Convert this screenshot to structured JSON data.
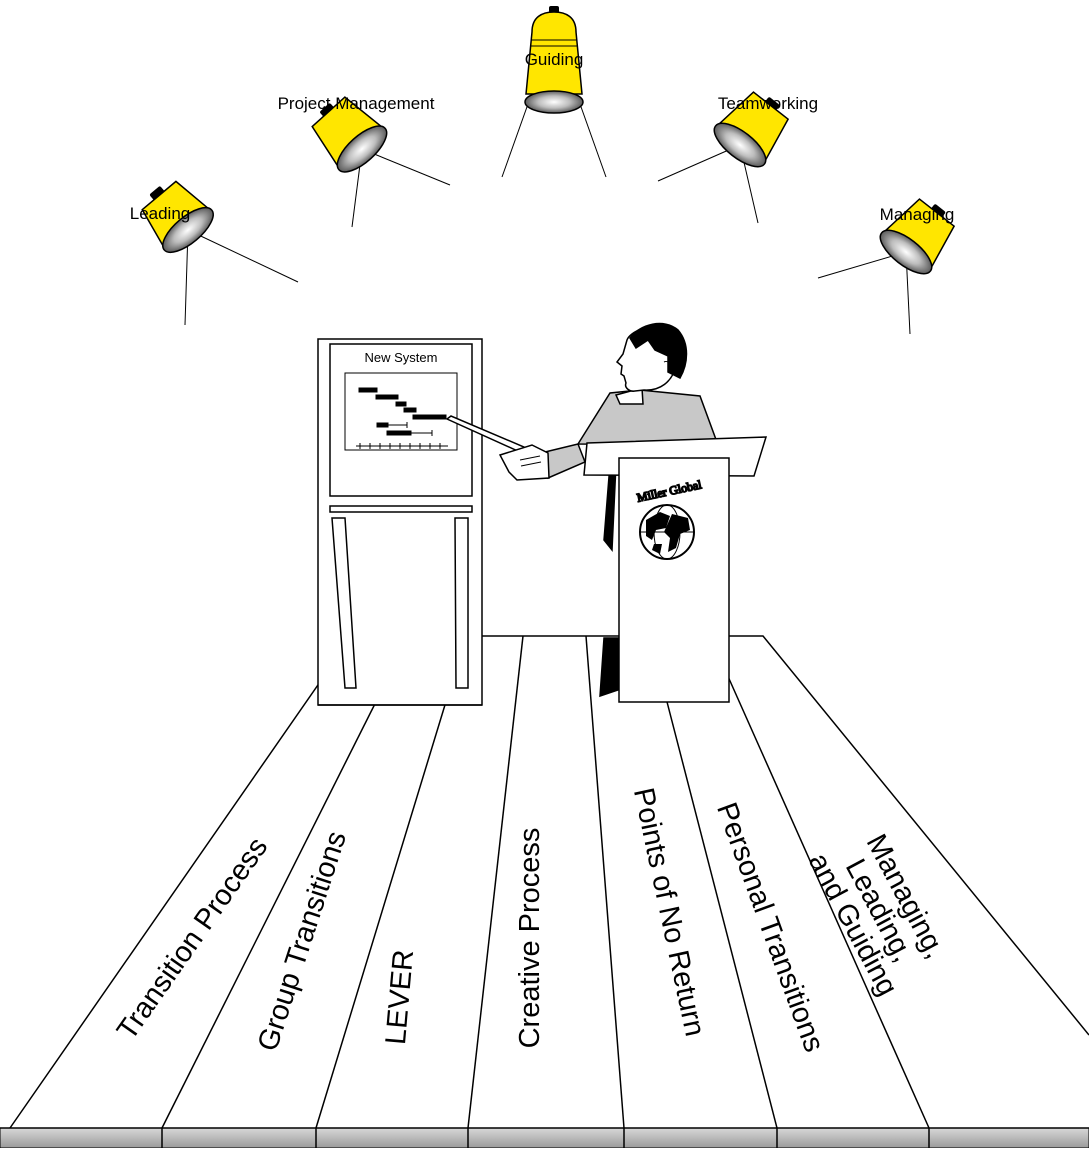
{
  "spotlights": [
    {
      "label": "Leading"
    },
    {
      "label": "Project Management"
    },
    {
      "label": "Guiding"
    },
    {
      "label": "Teamworking"
    },
    {
      "label": "Managing"
    }
  ],
  "board": {
    "title": "New System"
  },
  "podium": {
    "logo_text": "Miller Global"
  },
  "planks": [
    {
      "label": "Transition Process"
    },
    {
      "label": "Group Transitions"
    },
    {
      "label": "LEVER"
    },
    {
      "label": "Creative Process"
    },
    {
      "label": "Points of No Return"
    },
    {
      "label": "Personal Transitions"
    },
    {
      "label": "Managing, Leading, and Guiding"
    }
  ],
  "colors": {
    "lamp": "#FFE600",
    "figure_gray": "#C8C8C8",
    "plank_edge": "#AFAFAF"
  }
}
